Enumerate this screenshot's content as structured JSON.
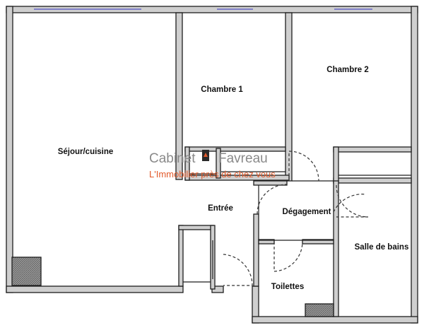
{
  "rooms": {
    "sejour": "Séjour/cuisine",
    "chambre1": "Chambre 1",
    "chambre2": "Chambre 2",
    "entree": "Entrée",
    "degagement": "Dégagement",
    "salle_de_bains": "Salle de bains",
    "toilettes": "Toilettes"
  },
  "watermark": {
    "name_left": "Cabinet",
    "name_right": "Favreau",
    "tagline": "L'Immobilier près de chez vous",
    "name_color": "#8a8a8a",
    "tagline_color": "#e25a2b"
  },
  "colors": {
    "wall_fill": "#cfcfcf",
    "wall_stroke": "#1e1e1e",
    "window": "#8080c8",
    "door_arc": "#333333"
  }
}
